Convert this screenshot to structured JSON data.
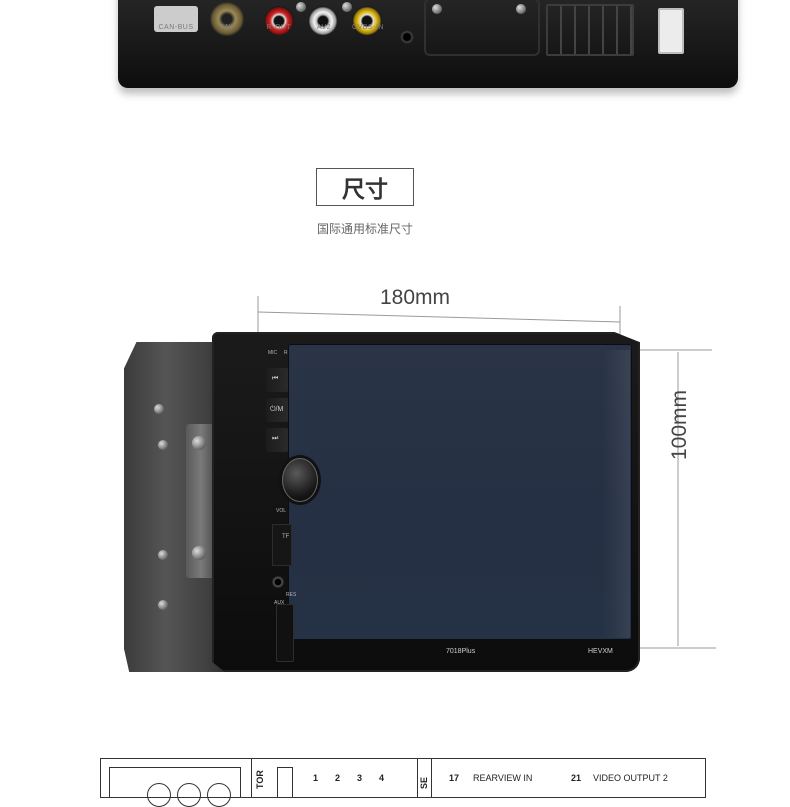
{
  "rear_panel": {
    "ports": [
      "CAN-BUS",
      "ANT",
      "R-OUT",
      "AV2",
      "CVBS-IN"
    ]
  },
  "section": {
    "title": "尺寸",
    "subtitle": "国际通用标准尺寸"
  },
  "dimensions": {
    "width": "180mm",
    "height": "100mm"
  },
  "device": {
    "buttons": {
      "mic": "MIC",
      "reset": "R",
      "prev": "⏮",
      "power": "⏻/M",
      "next": "⏭",
      "vol": "VOL",
      "tf": "TF",
      "res": "RES",
      "aux": "AUX"
    },
    "model": "7018Plus",
    "brand": "HEVXM"
  },
  "wiring": {
    "monitor_label": "TOR",
    "pin_labels": [
      "1",
      "2",
      "3",
      "4"
    ],
    "fuse_label": "SE",
    "items": [
      {
        "num": "17",
        "text": "REARVIEW IN"
      },
      {
        "num": "21",
        "text": "VIDEO OUTPUT 2"
      }
    ]
  },
  "colors": {
    "av_white": "#e8e8e8",
    "av_red": "#d22424",
    "av_yellow": "#e6c31c",
    "screen": "#263044"
  }
}
